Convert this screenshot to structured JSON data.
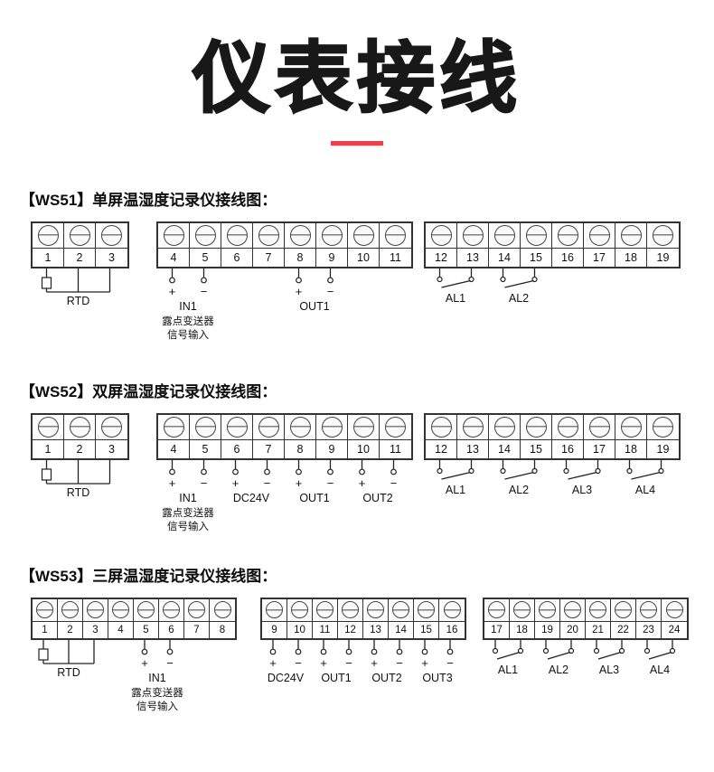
{
  "page": {
    "title": "仪表接线",
    "accent_color": "#e8414b"
  },
  "sections": [
    {
      "id": "ws51",
      "heading": "【WS51】单屏温湿度记录仪接线图：",
      "blocks": [
        {
          "terminals": [
            "1",
            "2",
            "3"
          ],
          "connections": [
            {
              "type": "rtd",
              "start": 0,
              "label": "RTD"
            }
          ]
        },
        {
          "terminals": [
            "4",
            "5",
            "6",
            "7",
            "8",
            "9",
            "10",
            "11"
          ],
          "connections": [
            {
              "type": "pins",
              "start": 0,
              "pins": [
                "+",
                "−"
              ],
              "label": "IN1",
              "sublabels": [
                "露点变送器",
                "信号输入"
              ]
            },
            {
              "type": "pins",
              "start": 4,
              "pins": [
                "+",
                "−"
              ],
              "label": "OUT1",
              "sublabels": []
            }
          ]
        },
        {
          "terminals": [
            "12",
            "13",
            "14",
            "15",
            "16",
            "17",
            "18",
            "19"
          ],
          "connections": [
            {
              "type": "relay",
              "start": 0,
              "label": "AL1"
            },
            {
              "type": "relay",
              "start": 2,
              "label": "AL2"
            }
          ]
        }
      ]
    },
    {
      "id": "ws52",
      "heading": "【WS52】双屏温湿度记录仪接线图：",
      "blocks": [
        {
          "terminals": [
            "1",
            "2",
            "3"
          ],
          "connections": [
            {
              "type": "rtd",
              "start": 0,
              "label": "RTD"
            }
          ]
        },
        {
          "terminals": [
            "4",
            "5",
            "6",
            "7",
            "8",
            "9",
            "10",
            "11"
          ],
          "connections": [
            {
              "type": "pins",
              "start": 0,
              "pins": [
                "+",
                "−"
              ],
              "label": "IN1",
              "sublabels": [
                "露点变送器",
                "信号输入"
              ]
            },
            {
              "type": "pins",
              "start": 2,
              "pins": [
                "+",
                "−"
              ],
              "label": "DC24V",
              "sublabels": []
            },
            {
              "type": "pins",
              "start": 4,
              "pins": [
                "+",
                "−"
              ],
              "label": "OUT1",
              "sublabels": []
            },
            {
              "type": "pins",
              "start": 6,
              "pins": [
                "+",
                "−"
              ],
              "label": "OUT2",
              "sublabels": []
            }
          ]
        },
        {
          "terminals": [
            "12",
            "13",
            "14",
            "15",
            "16",
            "17",
            "18",
            "19"
          ],
          "connections": [
            {
              "type": "relay",
              "start": 0,
              "label": "AL1"
            },
            {
              "type": "relay",
              "start": 2,
              "label": "AL2"
            },
            {
              "type": "relay",
              "start": 4,
              "label": "AL3"
            },
            {
              "type": "relay",
              "start": 6,
              "label": "AL4"
            }
          ]
        }
      ]
    },
    {
      "id": "ws53",
      "heading": "【WS53】三屏温湿度记录仪接线图：",
      "blocks": [
        {
          "terminals": [
            "1",
            "2",
            "3",
            "4",
            "5",
            "6",
            "7",
            "8"
          ],
          "connections": [
            {
              "type": "rtd",
              "start": 0,
              "label": "RTD"
            },
            {
              "type": "pins",
              "start": 4,
              "pins": [
                "+",
                "−"
              ],
              "label": "IN1",
              "sublabels": [
                "露点变送器",
                "信号输入"
              ]
            }
          ]
        },
        {
          "terminals": [
            "9",
            "10",
            "11",
            "12",
            "13",
            "14",
            "15",
            "16"
          ],
          "connections": [
            {
              "type": "pins",
              "start": 0,
              "pins": [
                "+",
                "−"
              ],
              "label": "DC24V",
              "sublabels": []
            },
            {
              "type": "pins",
              "start": 2,
              "pins": [
                "+",
                "−"
              ],
              "label": "OUT1",
              "sublabels": []
            },
            {
              "type": "pins",
              "start": 4,
              "pins": [
                "+",
                "−"
              ],
              "label": "OUT2",
              "sublabels": []
            },
            {
              "type": "pins",
              "start": 6,
              "pins": [
                "+",
                "−"
              ],
              "label": "OUT3",
              "sublabels": []
            }
          ]
        },
        {
          "terminals": [
            "17",
            "18",
            "19",
            "20",
            "21",
            "22",
            "23",
            "24"
          ],
          "connections": [
            {
              "type": "relay",
              "start": 0,
              "label": "AL1"
            },
            {
              "type": "relay",
              "start": 2,
              "label": "AL2"
            },
            {
              "type": "relay",
              "start": 4,
              "label": "AL3"
            },
            {
              "type": "relay",
              "start": 6,
              "label": "AL4"
            }
          ]
        }
      ]
    }
  ]
}
